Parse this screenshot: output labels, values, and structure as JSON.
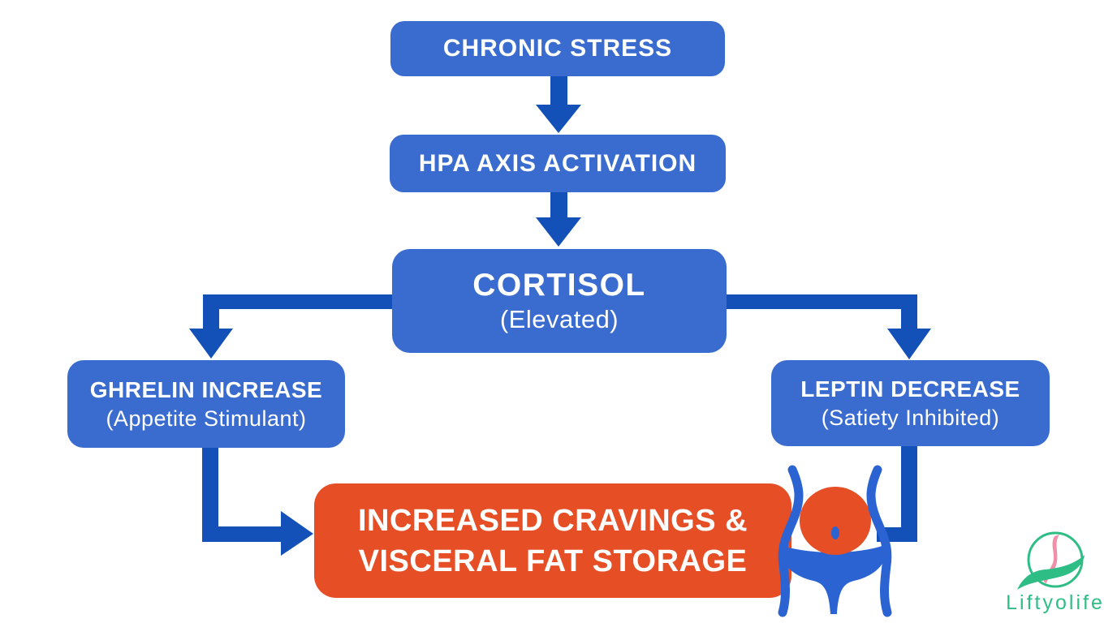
{
  "colors": {
    "node_blue": "#3a6ccf",
    "arrow_blue": "#1350b8",
    "outcome_orange": "#e64e26",
    "figure_blue": "#2b64d2",
    "logo_green": "#2ebd85",
    "logo_pink": "#f18fa9",
    "text_white": "#ffffff"
  },
  "diagram": {
    "nodes": {
      "chronic_stress": {
        "label": "CHRONIC STRESS"
      },
      "hpa_axis": {
        "label": "HPA AXIS ACTIVATION"
      },
      "cortisol": {
        "label": "CORTISOL",
        "sublabel": "(Elevated)"
      },
      "ghrelin": {
        "label": "GHRELIN INCREASE",
        "sublabel": "(Appetite Stimulant)"
      },
      "leptin": {
        "label": "LEPTIN DECREASE",
        "sublabel": "(Satiety Inhibited)"
      },
      "outcome": {
        "line1": "INCREASED CRAVINGS &",
        "line2": "VISCERAL FAT STORAGE"
      }
    },
    "edges": [
      {
        "from": "chronic_stress",
        "to": "hpa_axis",
        "style": "arrow-down"
      },
      {
        "from": "hpa_axis",
        "to": "cortisol",
        "style": "arrow-down"
      },
      {
        "from": "cortisol",
        "to": "ghrelin",
        "style": "elbow-left-down-arrow"
      },
      {
        "from": "cortisol",
        "to": "leptin",
        "style": "elbow-right-down-arrow"
      },
      {
        "from": "ghrelin",
        "to": "outcome",
        "style": "elbow-down-right-arrow"
      },
      {
        "from": "leptin",
        "to": "outcome",
        "style": "elbow-down-left"
      }
    ],
    "illustration": "belly-visceral-fat-figure"
  },
  "branding": {
    "logo_text": "Liftyolife"
  }
}
